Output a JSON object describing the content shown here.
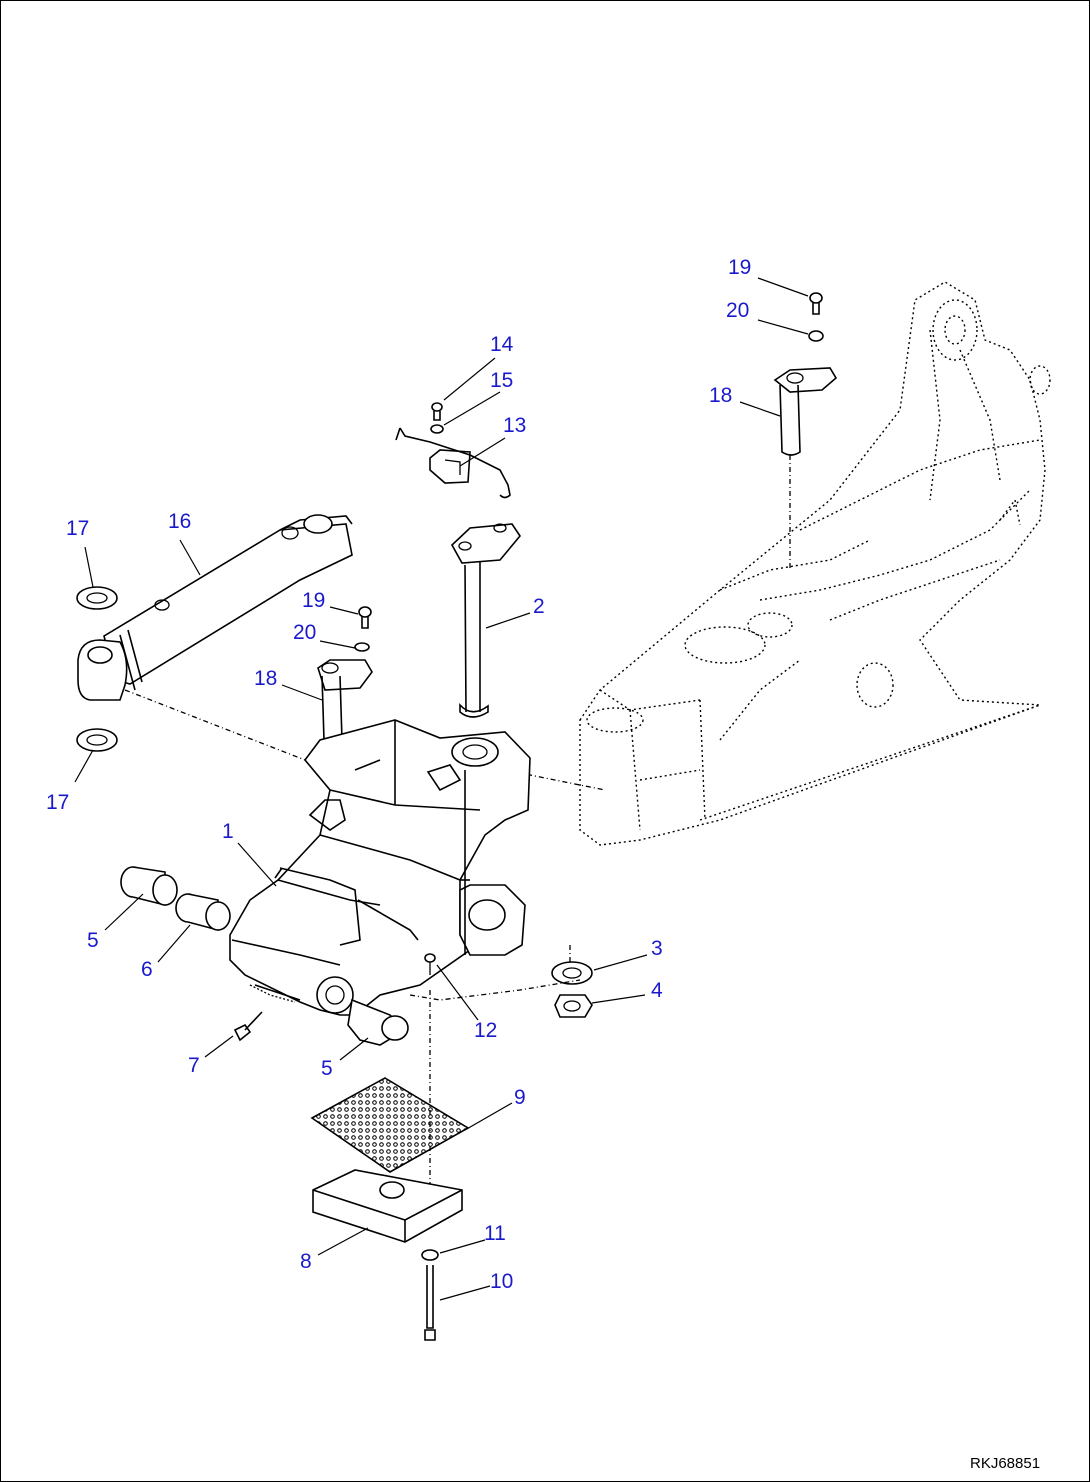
{
  "diagram": {
    "callouts": {
      "c1": "1",
      "c2": "2",
      "c3": "3",
      "c4": "4",
      "c5a": "5",
      "c5b": "5",
      "c6": "6",
      "c7": "7",
      "c8": "8",
      "c9": "9",
      "c10": "10",
      "c11": "11",
      "c12": "12",
      "c13": "13",
      "c14": "14",
      "c15": "15",
      "c16": "16",
      "c17a": "17",
      "c17b": "17",
      "c18a": "18",
      "c18b": "18",
      "c19a": "19",
      "c19b": "19",
      "c20a": "20",
      "c20b": "20"
    },
    "drawing_id": "RKJ68851",
    "callout_color": "#1a1acc"
  }
}
